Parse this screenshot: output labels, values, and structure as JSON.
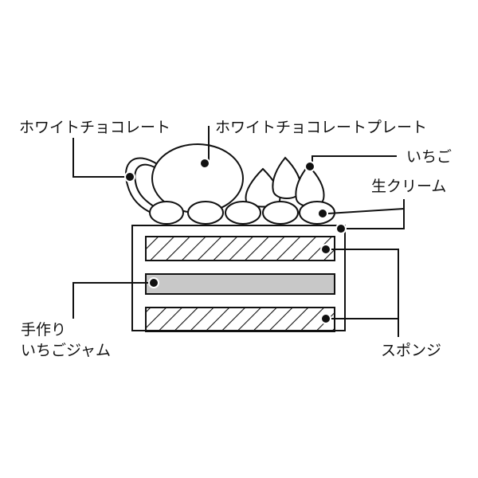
{
  "labels": {
    "white_chocolate": "ホワイトチョコレート",
    "white_chocolate_plate": "ホワイトチョコレートプレート",
    "strawberry": "いちご",
    "fresh_cream": "生クリーム",
    "jam_line1": "手作り",
    "jam_line2": "いちごジャム",
    "sponge": "スポンジ"
  },
  "colors": {
    "line": "#111111",
    "jam_fill": "#c8c8c8",
    "background": "#ffffff"
  }
}
